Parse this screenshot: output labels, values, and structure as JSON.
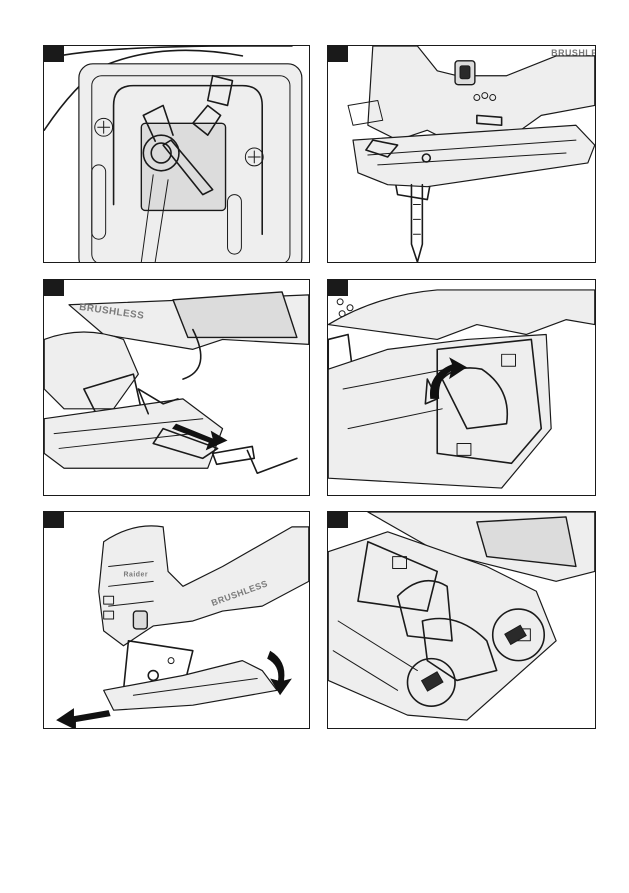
{
  "panels": [
    {
      "id": "fig-1",
      "brand": ""
    },
    {
      "id": "fig-2",
      "brand": "BRUSHLESS"
    },
    {
      "id": "fig-3",
      "brand": "BRUSHLESS"
    },
    {
      "id": "fig-4",
      "brand": ""
    },
    {
      "id": "fig-5",
      "brand": "BRUSHLESS",
      "logo_text": "Raider"
    },
    {
      "id": "fig-6",
      "brand": ""
    }
  ],
  "colors": {
    "line": "#1a1a1a",
    "shade": "#dcdcdc",
    "arrow": "#111111"
  }
}
